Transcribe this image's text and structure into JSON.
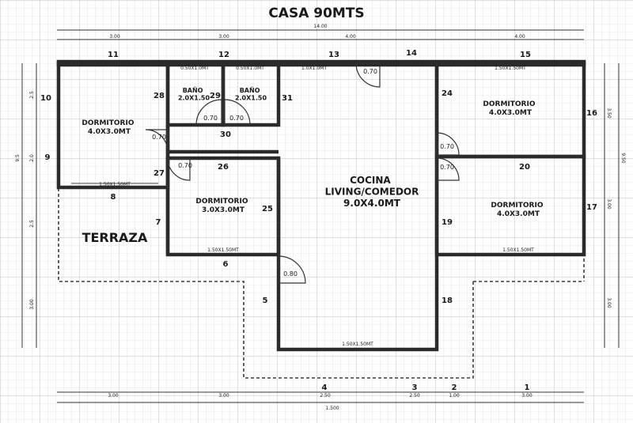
{
  "title": "CASA 90MTS",
  "top_total": "14.00",
  "bottom_total": "1.500",
  "top_dims": [
    "3.00",
    "3.00",
    "4.00",
    "4.00"
  ],
  "bottom_dims": [
    "3.00",
    "3.00",
    "2.50",
    "2.50",
    "1.00",
    "3.00"
  ],
  "left_dims": [
    "2.5",
    "2.0",
    "2.5",
    "3.00"
  ],
  "left_total": "9.5",
  "right_dims": [
    "3.50",
    "3.00",
    "3.00"
  ],
  "right_total": "9.50",
  "rooms": {
    "dormitorio_nw": "DORMITORIO\n4.0X3.0MT",
    "bano_1": "BAÑO\n2.0X1.50",
    "bano_2": "BAÑO\n2.0X1.50",
    "dormitorio_ne": "DORMITORIO\n4.0X3.0MT",
    "dormitorio_c": "DORMITORIO\n3.0X3.0MT",
    "cocina": "COCINA\nLIVING/COMEDOR\n9.0X4.0MT",
    "dormitorio_se": "DORMITORIO\n4.0X3.0MT",
    "terraza": "TERRAZA"
  },
  "windows": [
    "0.50X1.0MT",
    "0.50X1.0MT",
    "1.0X1.0MT",
    "1.50X1.50MT",
    "1.50X1.50MT",
    "1.50X1.50MT",
    "1.50X1.50MT",
    "1.50X1.50MT"
  ],
  "doors": [
    "0.70",
    "0.70",
    "0.70",
    "0.70",
    "0.70",
    "0.70",
    "0.70",
    "0.80"
  ],
  "numbers": [
    "11",
    "12",
    "13",
    "14",
    "15",
    "10",
    "9",
    "8",
    "7",
    "6",
    "5",
    "4",
    "3",
    "2",
    "1",
    "28",
    "29",
    "31",
    "30",
    "27",
    "26",
    "25",
    "24",
    "16",
    "20",
    "17",
    "19",
    "18"
  ]
}
